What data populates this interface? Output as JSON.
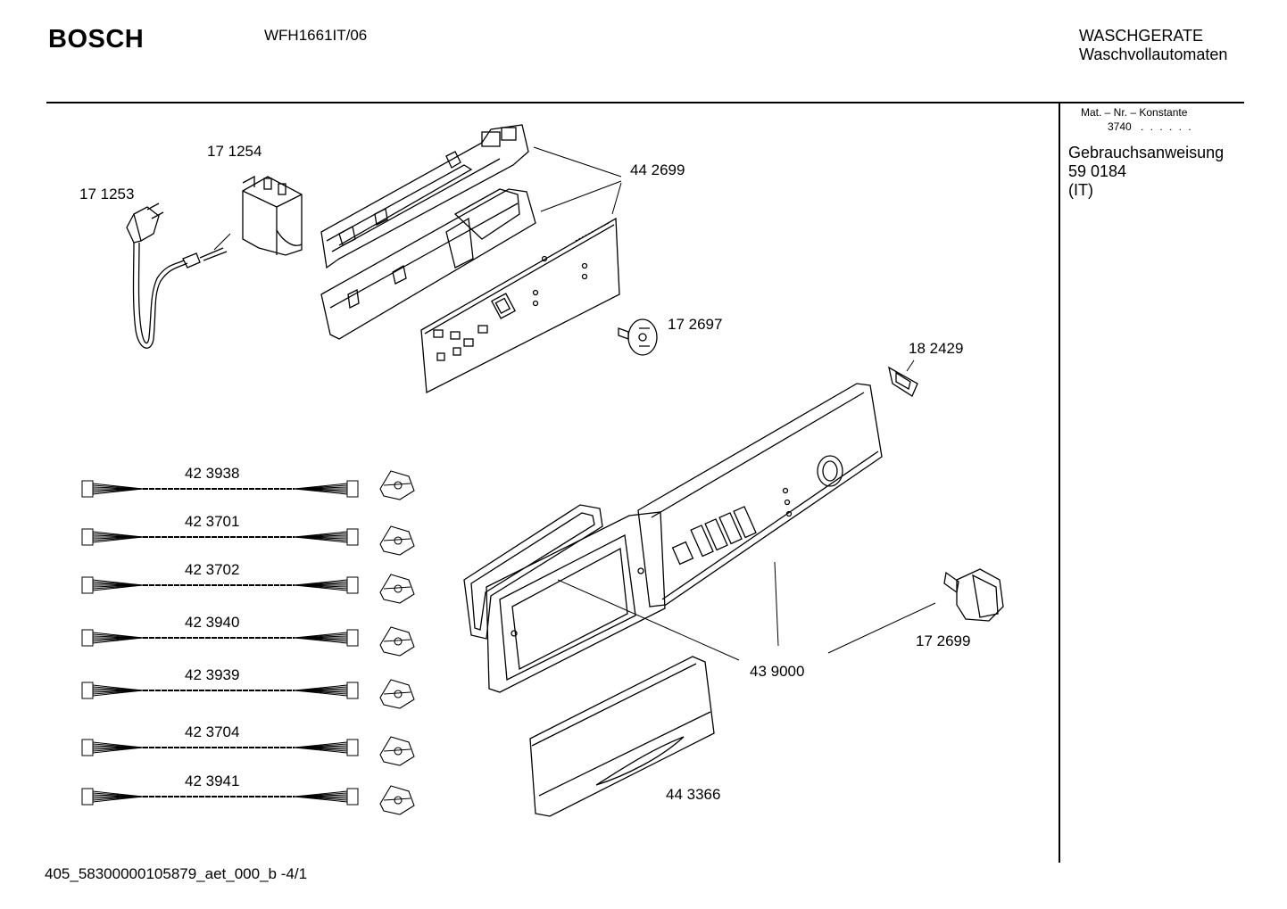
{
  "header": {
    "brand": "BOSCH",
    "model": "WFH1661IT/06",
    "category": "WASCHGERATE",
    "subcategory": "Waschvollautomaten"
  },
  "side_panel": {
    "mat_label": "Mat. – Nr. – Konstante",
    "mat_value": "3740",
    "mat_dots": ". . . . . .",
    "manual_title": "Gebrauchsanweisung",
    "manual_number": "59 0184",
    "manual_lang": "(IT)"
  },
  "parts": {
    "power_cord": "17 1253",
    "filter_box": "17 1254",
    "control_module": "44 2699",
    "selector_knob_spindle": "17 2697",
    "switch_clip": "18 2429",
    "selector_knob": "17 2699",
    "control_panel": "43 9000",
    "drawer_handle": "44 3366"
  },
  "harnesses": [
    {
      "number": "42 3938"
    },
    {
      "number": "42 3701"
    },
    {
      "number": "42 3702"
    },
    {
      "number": "42 3940"
    },
    {
      "number": "42 3939"
    },
    {
      "number": "42 3704"
    },
    {
      "number": "42 3941"
    }
  ],
  "footer": {
    "doc_id": "405_58300000105879_aet_000_b",
    "page": "-4/1"
  }
}
